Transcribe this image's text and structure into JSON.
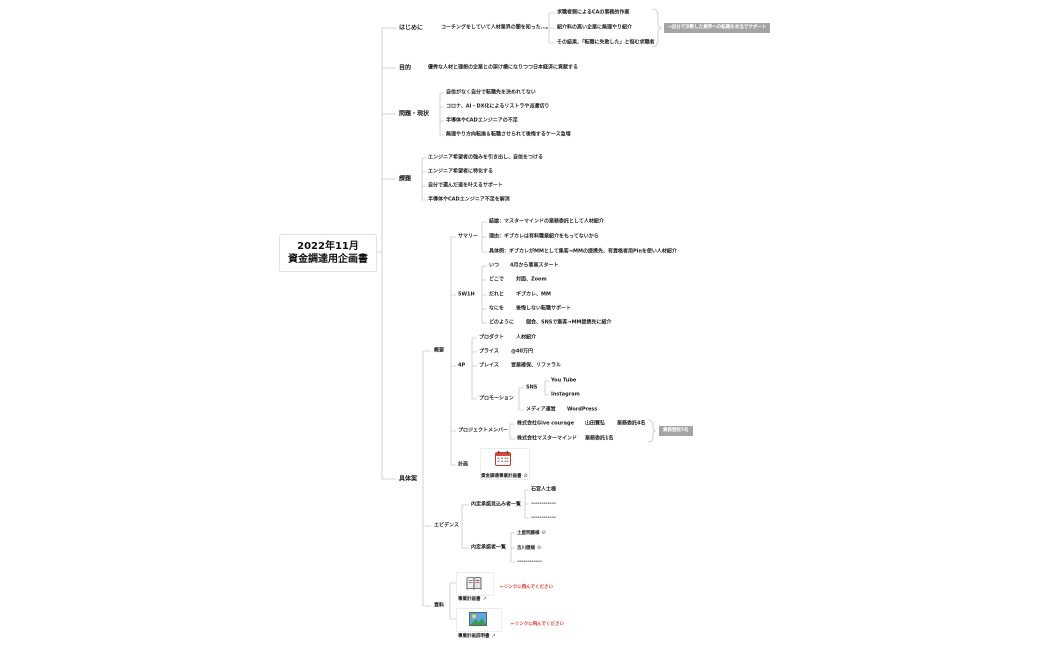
{
  "root": {
    "line1": "2022年11月",
    "line2": "資金調達用企画書"
  },
  "nodes": {
    "hajimeni": "はじめに",
    "hajimeni_sub": "コーチングをしていて人材業界の闇を知った…。",
    "hajimeni_a": "求職者側によるCAの事務的作業",
    "hajimeni_b": "紹介料の高い企業に無理やり紹介",
    "hajimeni_c": "その結果、「転職に失敗した」と悩む求職者",
    "hajimeni_note": "→自分で決断した業界への転職を本当でサポート",
    "mokuteki": "目的",
    "mokuteki_sub": "優秀な人材と理想の企業との架け橋になりつつ日本経済に貢献する",
    "mondai": "問題・現状",
    "mondai_a": "自信がなく自分で転職先を決めれてない",
    "mondai_b": "コロナ、AI・DX化によるリストラや派遣切り",
    "mondai_c": "半導体やCADエンジニアの不足",
    "mondai_d": "無理やり方向転換＆転職させられて後悔するケース急増",
    "kadai": "課題",
    "kadai_a": "エンジニア希望者の強みを引き出し、自信をつける",
    "kadai_b": "エンジニア希望者に特化する",
    "kadai_c": "自分で選んだ道を叶えるサポート",
    "kadai_d": "半導体やCADエンジニア不足を解消",
    "gutaian": "具体案",
    "gaiyo": "概要",
    "summary": "サマリー",
    "summary_a": "結論：マスターマインドの業務委託として人材紹介",
    "summary_b": "理由：ギブカレは有料職業紹介をもってないから",
    "summary_c": "具体例：ギブカレがMMとして集客→MMの提携先、有資格者用Pinを使い人材紹介",
    "w5h1": "5W1H",
    "itsu": "いつ",
    "itsu_v": "4月から事業スタート",
    "doko": "どこで",
    "doko_v": "対面、Zoom",
    "dare": "だれと",
    "dare_v": "ギブカレ、MM",
    "nani": "なにを",
    "nani_v": "後悔しない転職サポート",
    "dono": "どのように",
    "dono_v": "個会、SNSで集客→MM提携先に紹介",
    "p4": "4P",
    "product": "プロダクト",
    "product_v": "人材紹介",
    "price": "プライス",
    "price_v": "@40万円",
    "place": "プレイス",
    "place_v": "営業確保、リファラル",
    "promotion": "プロモーション",
    "sns": "SNS",
    "youtube": "You Tube",
    "instagram": "Instagram",
    "media": "メディア運営",
    "wordpress": "WordPress",
    "member": "プロジェクトメンバー",
    "give": "株式会社Give courage",
    "give_p": "山田賢弘",
    "give_r": "業務委託4名",
    "mm": "株式会社マスターマインド",
    "mm_r": "業務委託1名",
    "member_note": "業務委託5名",
    "keikaku": "計画",
    "keikaku_doc": "資金調達事業計画書",
    "evidence": "エビデンス",
    "naitei_kojin": "内定承諾見込み者一覧",
    "naitei_kojin_a": "石宮人士様",
    "dash_a": "------------",
    "dash_b": "------------",
    "naitei_sha": "内定承諾者一覧",
    "naitei_a": "土屋明藤様",
    "naitei_b": "吉川健様",
    "dash_c": "------------",
    "shiryo": "資料",
    "shiryo_a": "事業計画書",
    "shiryo_a_note": "←リンクに飛んでください",
    "shiryo_b": "事業計画説明書",
    "shiryo_b_note": "←リンクに飛んでください"
  },
  "icons": {
    "attach": "paperclip-icon",
    "external": "external-link-icon",
    "calendar": "calendar-icon",
    "book": "book-icon",
    "picture": "picture-icon"
  },
  "colors": {
    "line": "#c6c6c6",
    "note_bg": "#a4a4a4",
    "link_text": "#e0352b"
  }
}
